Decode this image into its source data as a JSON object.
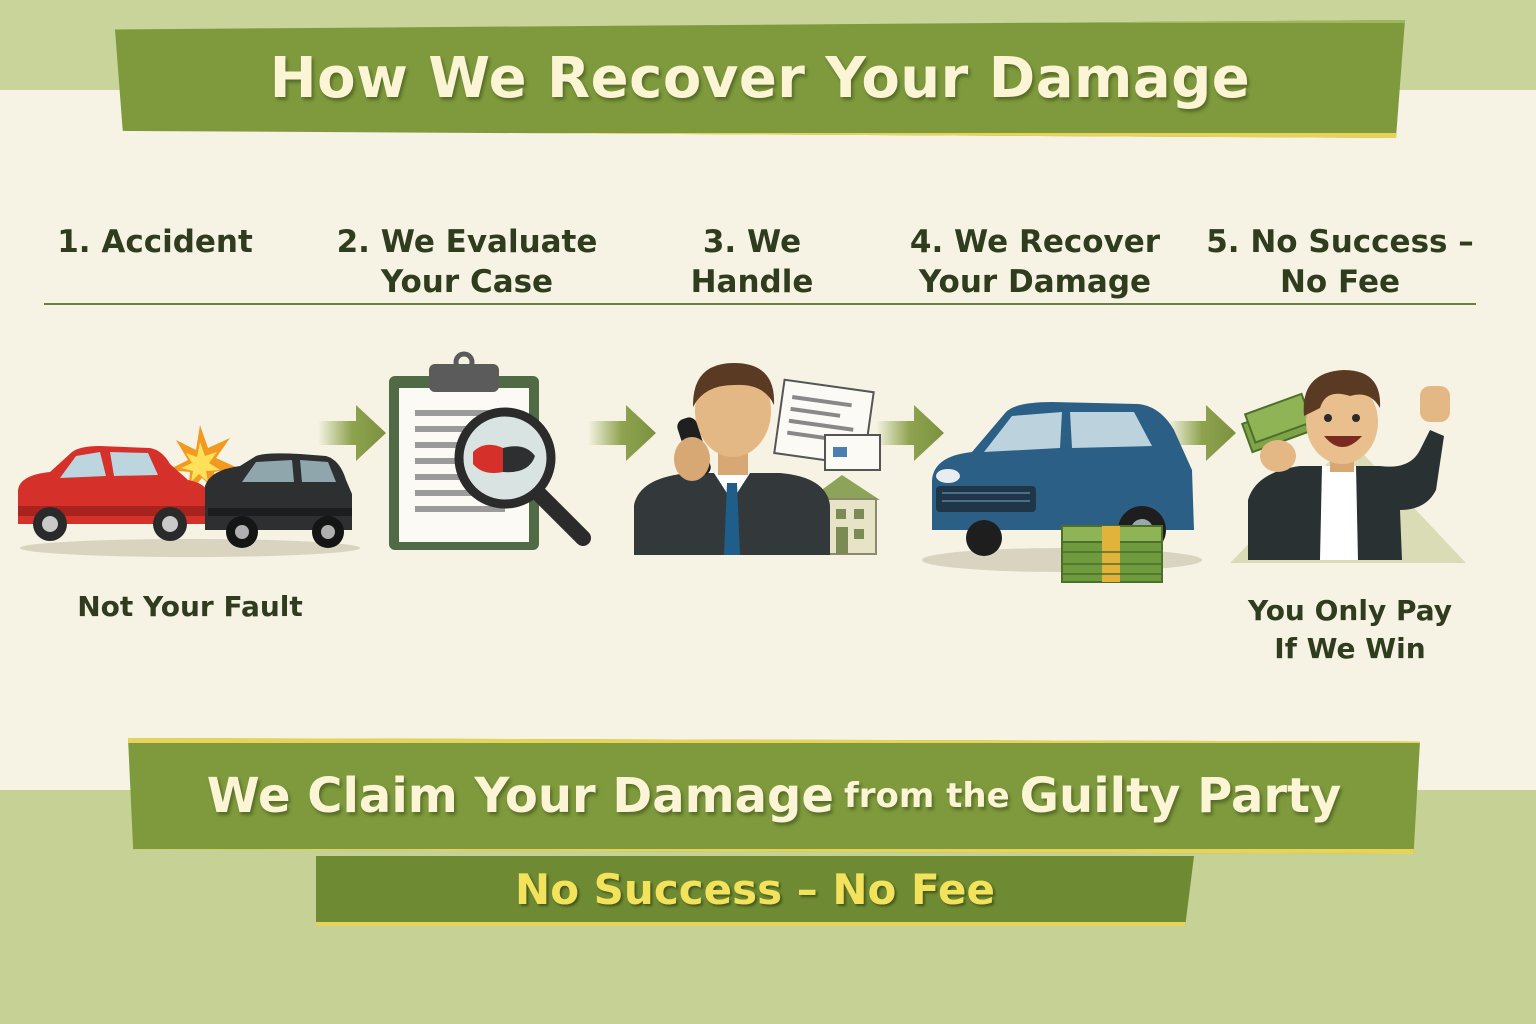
{
  "title": "How We Recover Your Damage",
  "steps": [
    {
      "line1": "1. Accident",
      "line2": "",
      "caption": "Not Your Fault",
      "icon": "car-crash-icon"
    },
    {
      "line1": "2. We Evaluate",
      "line2": "Your Case",
      "caption": "",
      "icon": "clipboard-magnifier-icon"
    },
    {
      "line1": "3. We",
      "line2": "Handle",
      "caption": "",
      "icon": "agent-phone-icon"
    },
    {
      "line1": "4. We Recover",
      "line2": "Your Damage",
      "caption": "",
      "icon": "car-money-icon"
    },
    {
      "line1": "5. No Success –",
      "line2": "No Fee",
      "caption_line1": "You Only Pay",
      "caption_line2": "If We Win",
      "icon": "happy-person-icon"
    }
  ],
  "claim": {
    "part1": "We Claim Your Damage",
    "part2": "from the",
    "part3": "Guilty Party"
  },
  "fee": "No Success – No Fee",
  "colors": {
    "banner_green": "#7e9a3d",
    "accent_yellow": "#e6d45a",
    "text_dark": "#2f3d1e",
    "background": "#f6f3e4"
  }
}
